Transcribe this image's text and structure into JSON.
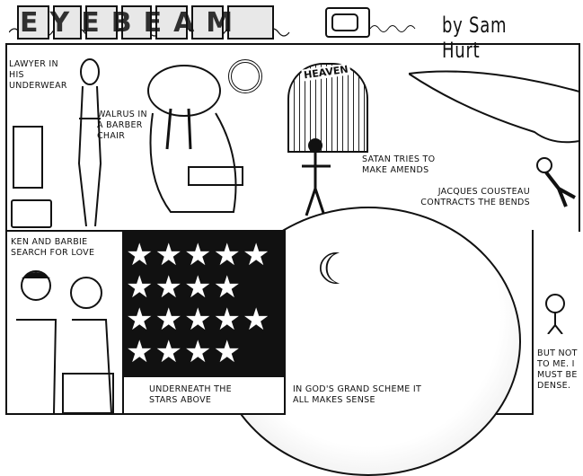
{
  "header": {
    "title": "EYEBEAM",
    "byline": "by Sam Hurt"
  },
  "top_panel": {
    "captions": {
      "lawyer": "Lawyer in his underwear",
      "walrus": "Walrus in a barber chair",
      "heaven": "HEAVEN",
      "satan": "Satan tries to make amends",
      "cousteau": "Jacques Cousteau contracts the bends"
    }
  },
  "bottom_panels": {
    "ken_barbie": "Ken and Barbie search for love",
    "stars": "Underneath the stars above",
    "scheme": "In God's grand scheme it all makes sense",
    "dense": "But not to me. I must be dense."
  }
}
